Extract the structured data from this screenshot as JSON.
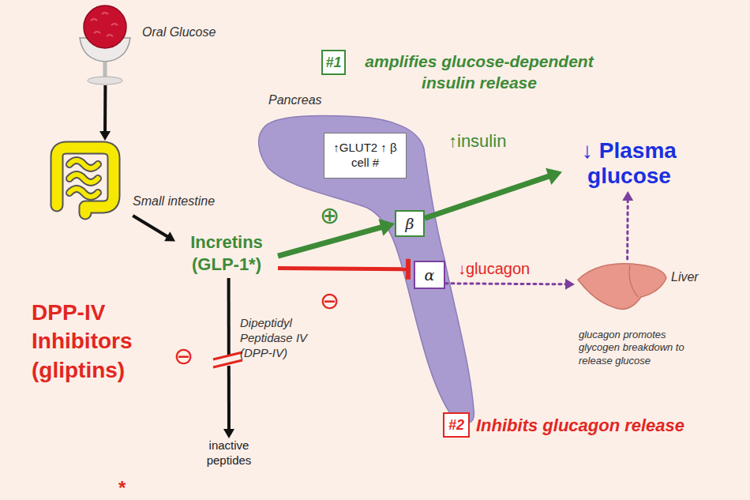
{
  "diagram": {
    "nodes": [
      {
        "text": [
          "Oral Glucose"
        ]
      },
      {
        "text": [
          "#1"
        ]
      },
      {
        "text": [
          "Pancreas"
        ]
      },
      {
        "text": [
          "↑GLUT2 ↑ β cell #"
        ],
        "in": 2
      },
      {
        "text": [
          "β"
        ],
        "in": 2
      },
      {
        "text": [
          "α"
        ],
        "in": 2
      },
      {
        "text": [
          "Small intestine"
        ]
      },
      {
        "text": [
          "Incretins (GLP-1*)"
        ]
      },
      {
        "text": [
          "↓ Plasma glucose"
        ]
      },
      {
        "text": [
          "Liver",
          "glucagon promotes glycogen breakdown to release glucose"
        ]
      },
      {
        "text": [
          "inactive peptides"
        ]
      },
      {
        "text": [
          "#2"
        ]
      }
    ],
    "edges": [
      {
        "from": 0,
        "to": 6,
        "arrow": "to"
      },
      {
        "from": 6,
        "to": 7,
        "arrow": "to"
      },
      {
        "from": 7,
        "to": 4,
        "arrow": "to",
        "label": "⊕"
      },
      {
        "from": 4,
        "to": 8,
        "arrow": "to",
        "label": "↑insulin"
      },
      {
        "from": 7,
        "to": 5,
        "arrow": "to",
        "label": "⊖"
      },
      {
        "from": 5,
        "to": 9,
        "arrow": "to",
        "label": "↓glucagon"
      },
      {
        "from": 9,
        "to": 8,
        "arrow": "to"
      },
      {
        "from": 7,
        "to": 10,
        "arrow": "to",
        "label": "Dipeptidyl Peptidase IV (DPP-IV)"
      }
    ],
    "labels": [
      "amplifies glucose-dependent insulin release",
      "Inhibits glucagon release",
      "DPP-IV Inhibitors (gliptins)",
      "⊖",
      "*"
    ]
  }
}
